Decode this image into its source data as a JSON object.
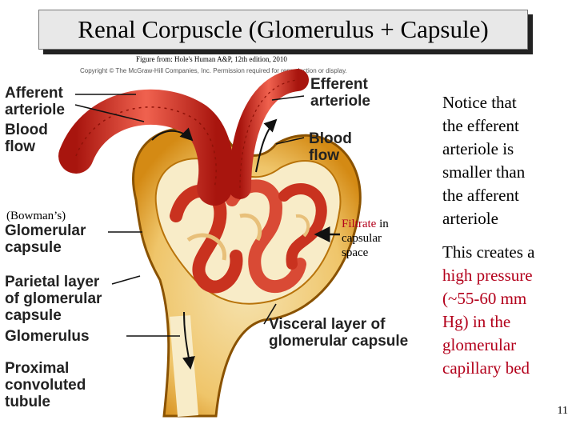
{
  "slide": {
    "title": "Renal Corpuscle (Glomerulus + Capsule)",
    "credit": "Figure from: Hole's Human A&P, 12th edition, 2010",
    "copyright": "Copyright © The McGraw-Hill Companies, Inc. Permission required for reproduction or display.",
    "page_number": "11"
  },
  "labels": {
    "afferent_1": "Afferent",
    "afferent_2": "arteriole",
    "blood_flow_left_1": "Blood",
    "blood_flow_left_2": "flow",
    "bowmans": "(Bowman’s)",
    "glomerular_capsule_1": "Glomerular",
    "glomerular_capsule_2": "capsule",
    "parietal_1": "Parietal layer",
    "parietal_2": "of glomerular",
    "parietal_3": "capsule",
    "glomerulus": "Glomerulus",
    "proximal_1": "Proximal",
    "proximal_2": "convoluted",
    "proximal_3": "tubule",
    "efferent_1": "Efferent",
    "efferent_2": "arteriole",
    "blood_flow_right_1": "Blood",
    "blood_flow_right_2": "flow",
    "visceral_1": "Visceral layer of",
    "visceral_2": "glomerular capsule",
    "filtrate_word": "Filtrate",
    "filtrate_in": " in",
    "filtrate_2": "capsular",
    "filtrate_3": "space"
  },
  "notes": {
    "line1": "Notice that",
    "line2": "the efferent",
    "line3": "arteriole is",
    "line4": "smaller than",
    "line5": "the afferent",
    "line6": "arteriole",
    "p2_line1": "This creates a",
    "p2_line2": "high pressure",
    "p2_line3": "(~55-60 mm",
    "p2_line4": "Hg) in the",
    "p2_line5": "glomerular",
    "p2_line6": "capillary bed"
  },
  "colors": {
    "highlight": "#b3001b",
    "vessel": "#d8392b",
    "capsule": "#e7a11a"
  }
}
